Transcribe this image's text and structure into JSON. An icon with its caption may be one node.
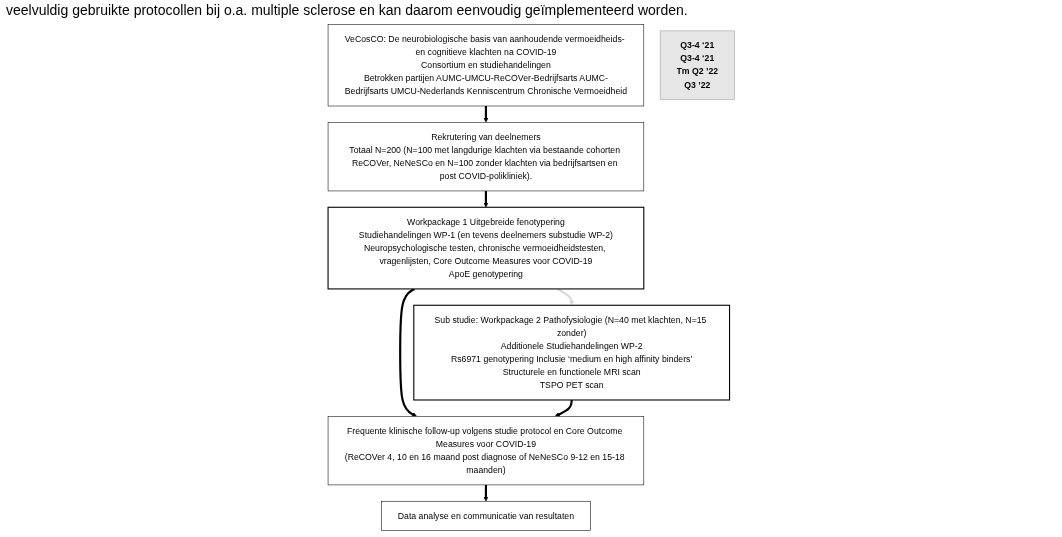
{
  "diagram": {
    "nodes": [
      {
        "text": [
          "VeCosCO: De neurobiologische basis van aanhoudende vermoeidheids- en cognitieve klachten na COVID-19",
          "Consortium en studiehandelingen",
          "Betrokken partijen AUMC-UMCU-ReCOVer-Bedrijfsarts AUMC-Bedrijfsarts UMCU-Nederlands Kenniscentrum Chronische Vermoeidheid"
        ]
      },
      {
        "text": [
          "Rekrutering van deelnemers",
          "Totaal N=200 (N=100 met langdurige klachten via bestaande cohorten ReCOVer, NeNeSCo en N=100 zonder klachten via bedrijfsartsen en post COVID-polikliniek)."
        ]
      },
      {
        "text": [
          "Workpackage 1 Uitgebreide fenotypering",
          "Studiehandelingen WP-1 (en tevens deelnemers substudie WP-2)",
          "Neuropsychologische testen, chronische vermoeidheidstesten, vragenlijsten, Core Outcome Measures voor COVID-19",
          "ApoE genotypering"
        ]
      },
      {
        "text": [
          "Sub studie: Workpackage 2 Pathofysiologie (N=40 met klachten, N=15 zonder)",
          "Additionele Studiehandelingen WP-2",
          "Rs6971 genotypering Inclusie ‘medium en high affinity binders’",
          "Structurele en functionele MRI scan",
          "TSPO PET scan"
        ]
      },
      {
        "text": [
          "Frequente klinische follow-up volgens studie protocol en Core Outcome Measures voor COVID-19",
          "(ReCOVer 4, 10 en 16 maand post diagnose of NeNeSCo 9-12 en 15-18 maanden)"
        ]
      },
      {
        "text": [
          "Data analyse en communicatie van resultaten"
        ]
      },
      {
        "text": [
          "Q3-4 ‘21",
          "Q3-4 ‘21",
          "Tm Q2 ’22",
          "Q3 ’22"
        ]
      }
    ],
    "edges": [
      {
        "from": 0,
        "to": 1,
        "arrow": "to"
      },
      {
        "from": 1,
        "to": 2,
        "arrow": "to"
      },
      {
        "from": 2,
        "to": 3,
        "arrow": "to",
        "color": "#d9d9d9"
      },
      {
        "from": 2,
        "to": 4,
        "arrow": "to"
      },
      {
        "from": 3,
        "to": 4,
        "arrow": "to"
      },
      {
        "from": 4,
        "to": 5,
        "arrow": "to"
      }
    ],
    "labels": [
      "veelvuldig gebruikte protocollen bij o.a. multiple sclerose en kan daarom eenvoudig geïmplementeerd worden."
    ]
  }
}
